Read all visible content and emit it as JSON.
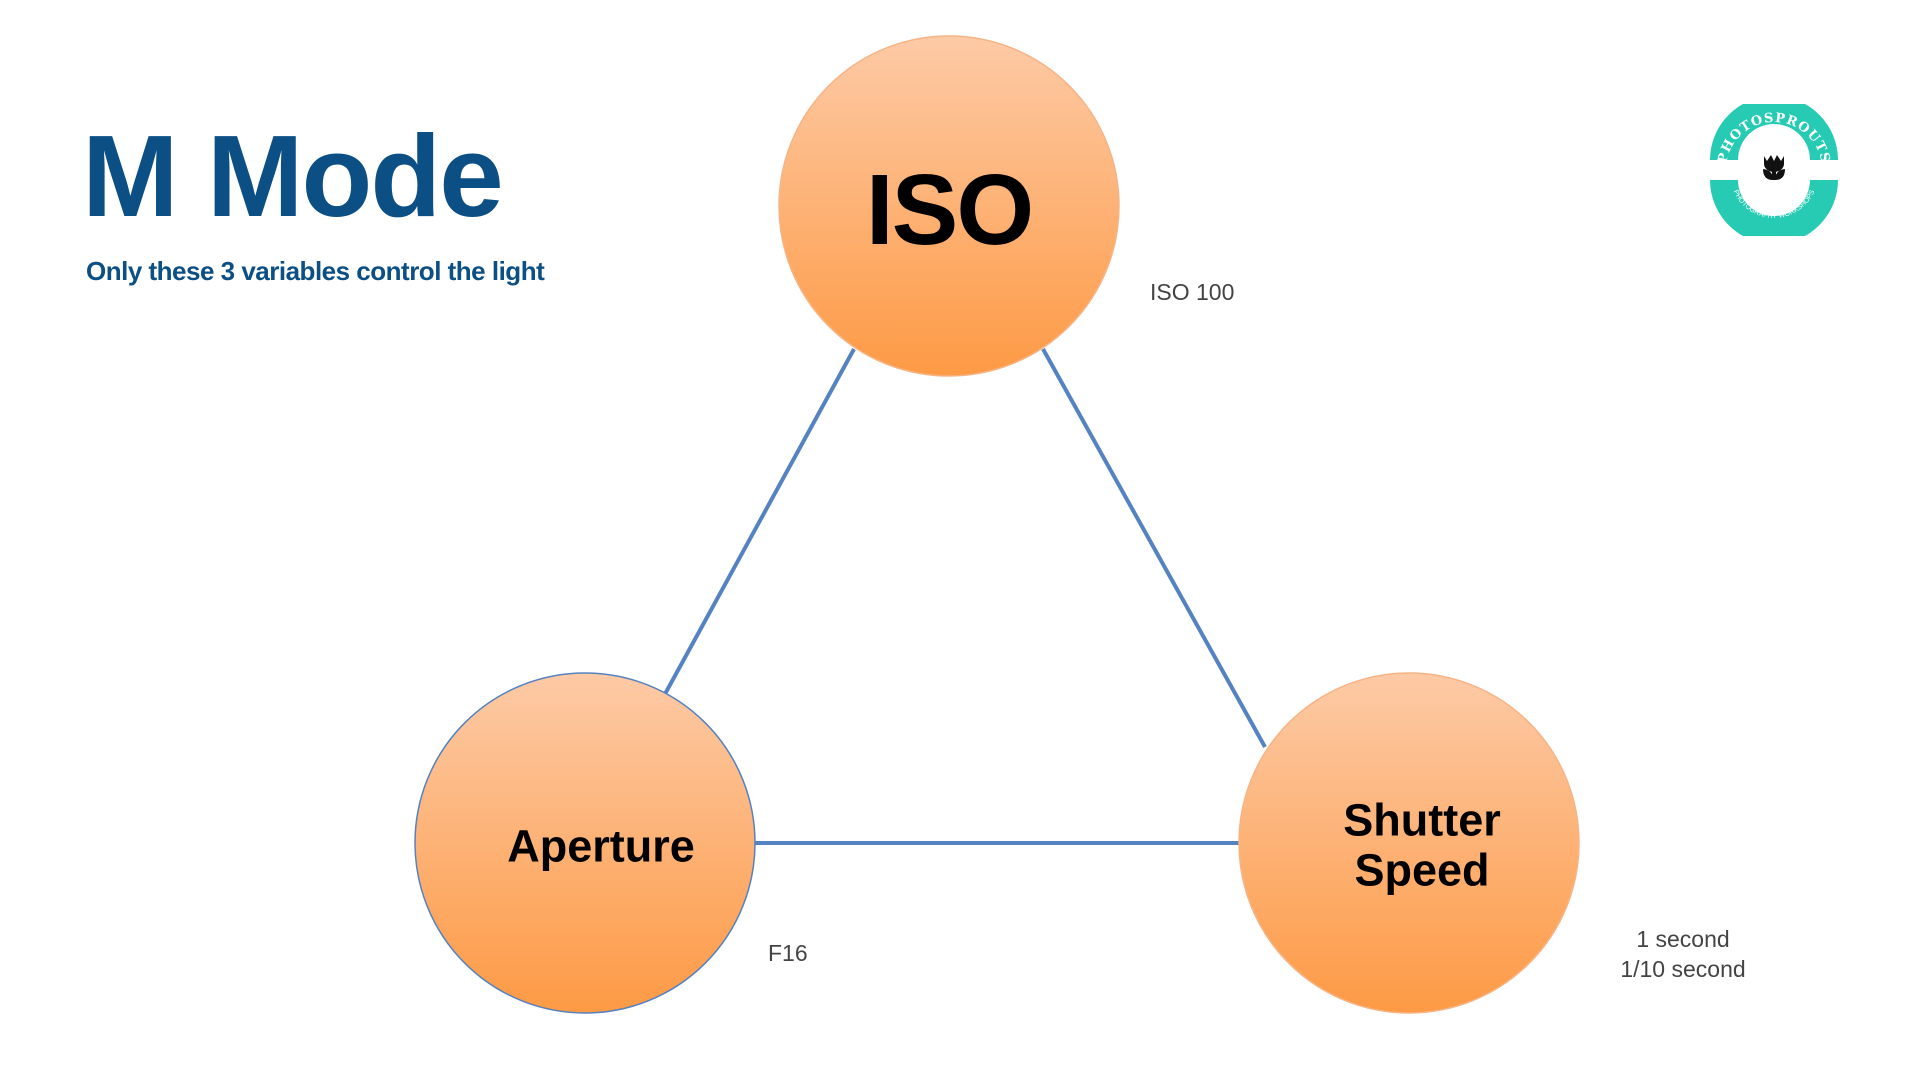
{
  "title": "M Mode",
  "subtitle": "Only these 3 variables control the light",
  "nodes": {
    "iso": {
      "label": "ISO",
      "value": "ISO 100"
    },
    "aperture": {
      "label": "Aperture",
      "value": "F16"
    },
    "shutter": {
      "label_line1": "Shutter",
      "label_line2": "Speed",
      "value_line1": "1 second",
      "value_line2": "1/10 second"
    }
  },
  "logo": {
    "top_text": "PHOTOSPROUTS",
    "bottom_text": "PHOTOGRAPHY WORKSHOPS"
  },
  "colors": {
    "title": "#0b4f85",
    "circle_top": "#fdcaa6",
    "circle_bottom": "#fd9a45",
    "line": "#5582c0",
    "logo": "#27cbb4"
  }
}
